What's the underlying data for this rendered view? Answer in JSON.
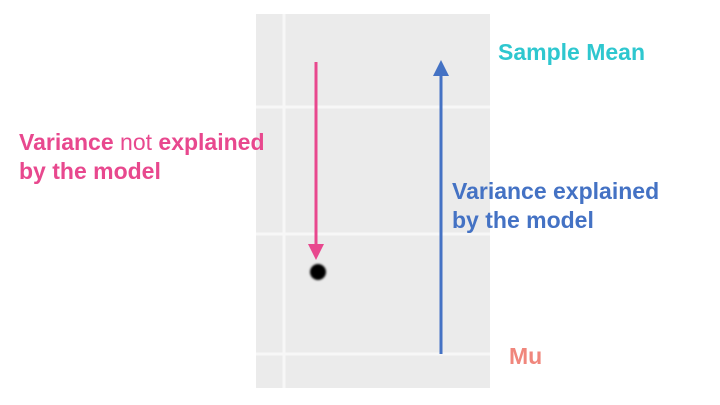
{
  "colors": {
    "sample_mean": "#2ec7cf",
    "mu": "#f0867c",
    "unexplained": "#e8488e",
    "explained": "#4472c4",
    "point": "#000000",
    "plot_background": "#ebebeb",
    "grid": "#f7f7f7"
  },
  "labels": {
    "sample_mean": "Sample Mean",
    "mu": "Mu",
    "unexplained": {
      "line1_bold": "Variance",
      "line1_plain": " not ",
      "line1_bold2": "explained",
      "line2": "by the model"
    },
    "explained": {
      "line1": "Variance explained",
      "line2": "by the model"
    }
  }
}
